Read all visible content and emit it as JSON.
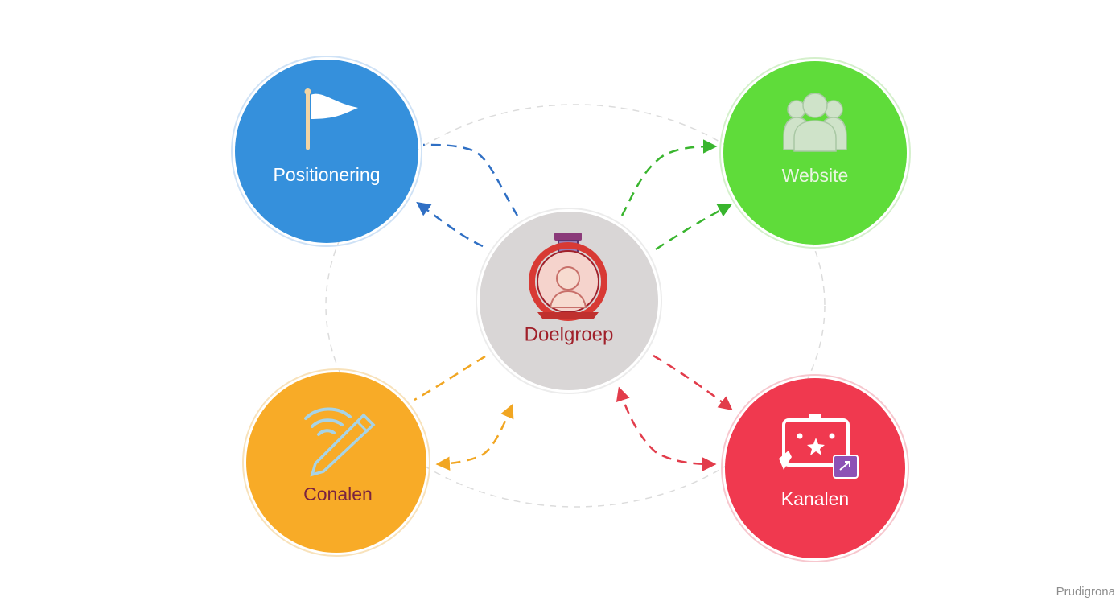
{
  "diagram": {
    "center": {
      "label": "Doelgroep",
      "fill": "#d9d6d6",
      "label_color": "#a0202a",
      "icon": "person-target-icon"
    },
    "nodes": [
      {
        "id": "positionering",
        "label": "Positionering",
        "fill": "#3590dc",
        "label_color": "#ffffff",
        "icon": "flag-icon",
        "arrow_color": "#2f6fc4"
      },
      {
        "id": "website",
        "label": "Website",
        "fill": "#5fdc3a",
        "label_color": "#e8f5e0",
        "icon": "users-icon",
        "arrow_color": "#39b52e"
      },
      {
        "id": "conalen",
        "label": "Conalen",
        "fill": "#f8ab27",
        "label_color": "#7a2340",
        "icon": "pencil-signal-icon",
        "arrow_color": "#f1a622"
      },
      {
        "id": "kanalen",
        "label": "Kanalen",
        "fill": "#f0394f",
        "label_color": "#ffffff",
        "icon": "board-icon",
        "arrow_color": "#e23c4b"
      }
    ]
  },
  "watermark": "Prudigrona"
}
